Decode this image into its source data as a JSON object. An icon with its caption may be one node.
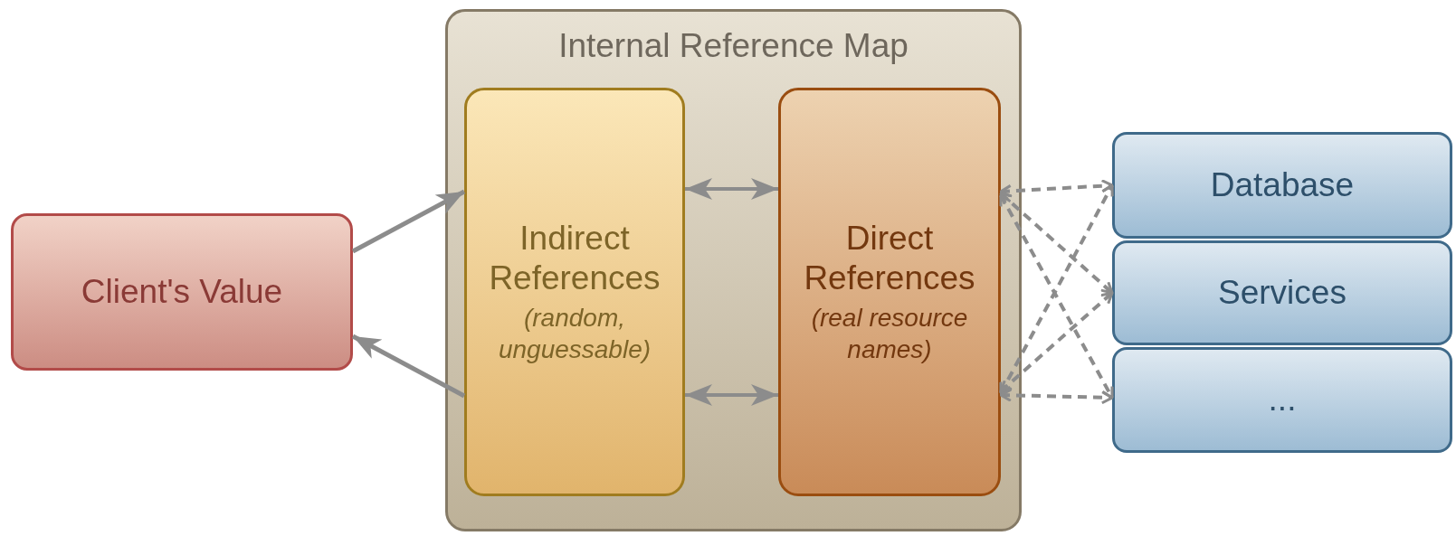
{
  "diagram": {
    "nodes": [
      {
        "text": [
          "Client's Value"
        ]
      },
      {
        "text": [
          "Internal Reference Map"
        ]
      },
      {
        "text": [
          "Indirect References",
          "(random, unguessable)"
        ],
        "in": 1
      },
      {
        "text": [
          "Direct References",
          "(real resource names)"
        ],
        "in": 1
      },
      {
        "text": [
          "Database"
        ]
      },
      {
        "text": [
          "Services"
        ]
      },
      {
        "text": [
          "..."
        ]
      }
    ],
    "edges": [
      {
        "from": 0,
        "to": 2,
        "arrow": "to"
      },
      {
        "from": 2,
        "to": 0,
        "arrow": "to"
      },
      {
        "from": 2,
        "to": 3,
        "arrow": "both"
      },
      {
        "from": 2,
        "to": 3,
        "arrow": "both"
      },
      {
        "from": 3,
        "to": 4,
        "arrow": "both",
        "style": "dashed"
      },
      {
        "from": 3,
        "to": 5,
        "arrow": "both",
        "style": "dashed"
      },
      {
        "from": 3,
        "to": 6,
        "arrow": "both",
        "style": "dashed"
      },
      {
        "from": 3,
        "to": 4,
        "arrow": "both",
        "style": "dashed"
      },
      {
        "from": 3,
        "to": 5,
        "arrow": "both",
        "style": "dashed"
      },
      {
        "from": 3,
        "to": 6,
        "arrow": "both",
        "style": "dashed"
      }
    ]
  }
}
